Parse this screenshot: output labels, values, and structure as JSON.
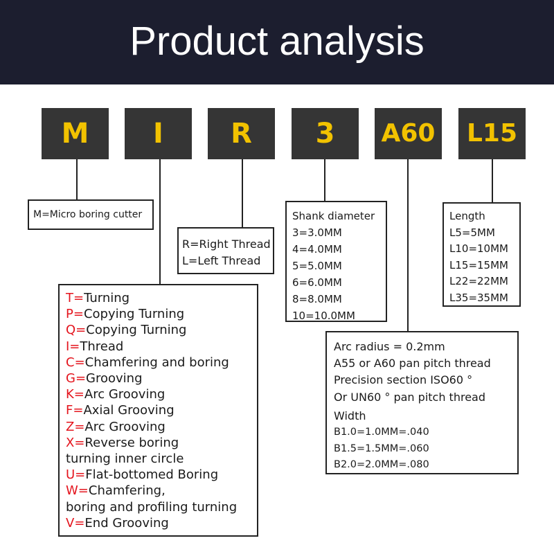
{
  "title": "Product analysis",
  "codes": [
    "M",
    "I",
    "R",
    "3",
    "A60",
    "L15"
  ],
  "m_box": {
    "text": "M=Micro boring cutter"
  },
  "r_box": {
    "lines": [
      "R=Right Thread",
      "L=Left Thread"
    ]
  },
  "shank_box": {
    "header": "Shank diameter",
    "lines": [
      "3=3.0MM",
      "4=4.0MM",
      "5=5.0MM",
      "6=6.0MM",
      "8=8.0MM",
      "10=10.0MM"
    ]
  },
  "length_box": {
    "header": "Length",
    "lines": [
      "L5=5MM",
      "L10=10MM",
      "L15=15MM",
      "L22=22MM",
      "L35=35MM"
    ]
  },
  "type_box": {
    "entries": [
      {
        "code": "T=",
        "text": "Turning"
      },
      {
        "code": "P=",
        "text": "Copying Turning"
      },
      {
        "code": "Q=",
        "text": "Copying Turning"
      },
      {
        "code": "I=",
        "text": "Thread"
      },
      {
        "code": "C=",
        "text": "Chamfering and boring"
      },
      {
        "code": "G=",
        "text": "Grooving"
      },
      {
        "code": "K=",
        "text": "Arc Grooving"
      },
      {
        "code": "F=",
        "text": "Axial Grooving"
      },
      {
        "code": "Z=",
        "text": "Arc Grooving"
      },
      {
        "code": "X=",
        "text": "Reverse boring"
      },
      {
        "code": "",
        "text": "turning inner circle"
      },
      {
        "code": "U=",
        "text": "Flat-bottomed Boring"
      },
      {
        "code": "W=",
        "text": "Chamfering,"
      },
      {
        "code": "",
        "text": "boring and profiling turning"
      },
      {
        "code": "V=",
        "text": "End Grooving"
      }
    ]
  },
  "arc_box": {
    "lines": [
      "Arc radius = 0.2mm",
      "A55 or A60 pan pitch thread",
      "Precision section ISO60 °",
      "Or UN60 ° pan pitch thread",
      "Width"
    ],
    "widths": [
      "B1.0=1.0MM=.040",
      "B1.5=1.5MM=.060",
      "B2.0=2.0MM=.080"
    ]
  },
  "colors": {
    "header_bg": "#1c1e2f",
    "code_bg": "#353535",
    "code_text": "#f2c200",
    "code_letter": "#e4141d"
  }
}
